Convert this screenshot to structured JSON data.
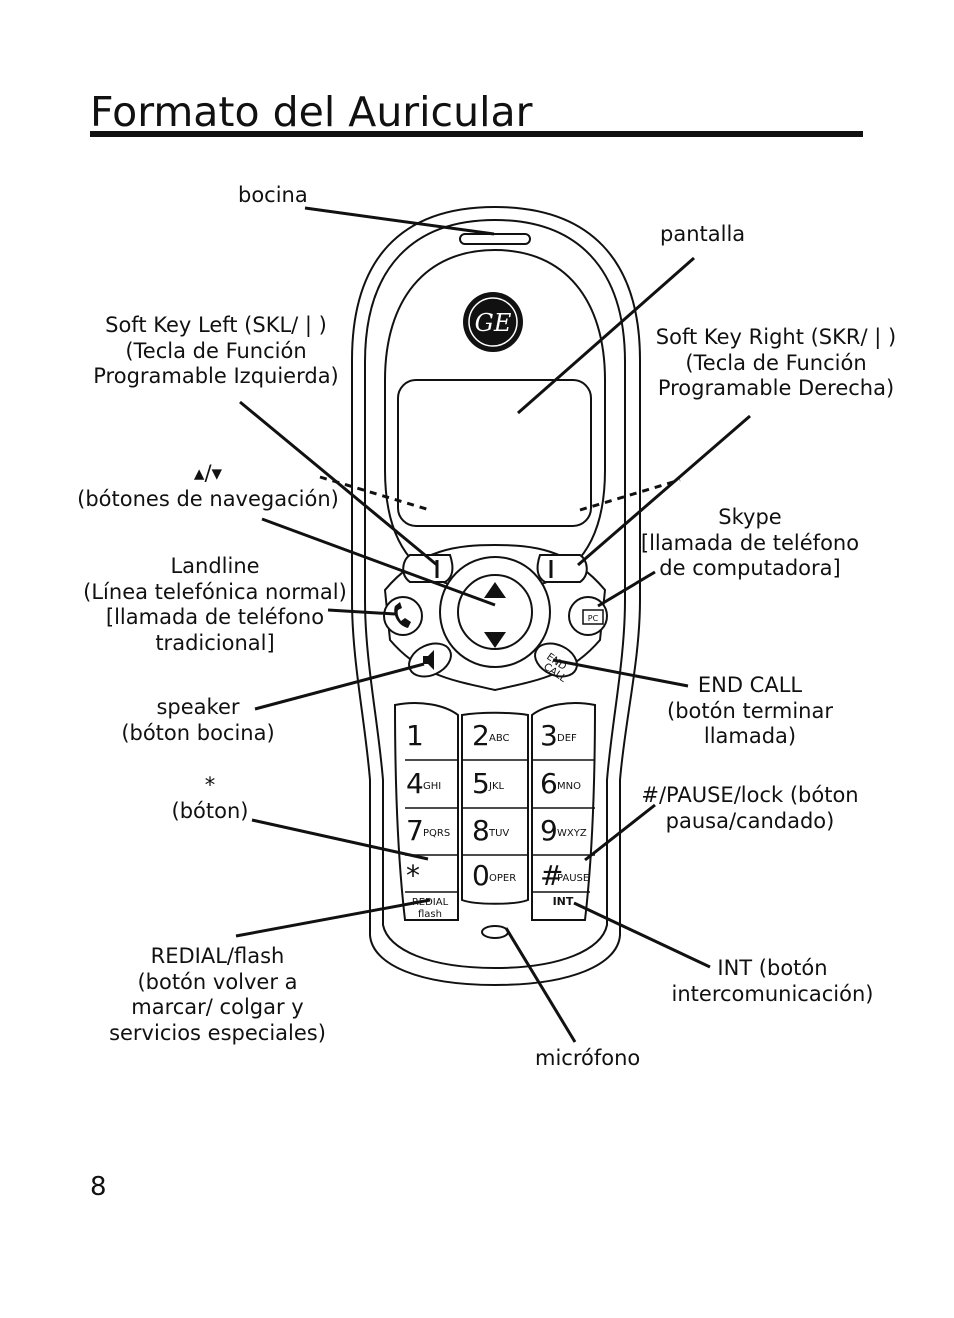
{
  "page": {
    "title": "Formato del Auricular",
    "page_number": "8"
  },
  "labels": {
    "bocina": "bocina",
    "pantalla": "pantalla",
    "skl": [
      "Soft Key Left (SKL/ | )",
      "(Tecla de Función",
      "Programable Izquierda)"
    ],
    "skr": [
      "Soft Key Right (SKR/ | )",
      "(Tecla de Función",
      "Programable Derecha)"
    ],
    "nav": [
      "▴/▾",
      "(bótones de navegación)"
    ],
    "skype": [
      "Skype",
      "[llamada de teléfono",
      "de computadora]"
    ],
    "landline": [
      "Landline",
      "(Línea telefónica normal)",
      "[llamada de teléfono",
      "tradicional]"
    ],
    "end_call": [
      "END CALL",
      "(botón terminar",
      "llamada)"
    ],
    "speaker": [
      "speaker",
      "(bóton bocina)"
    ],
    "star": [
      "*",
      "(bóton)"
    ],
    "pause": [
      "#/PAUSE/lock (bóton",
      "pausa/candado)"
    ],
    "redial": [
      "REDIAL/flash",
      "(botón volver a",
      "marcar/ colgar y",
      "servicios especiales)"
    ],
    "int": [
      "INT  (botón",
      "intercomunicación)"
    ],
    "microfono": "micrófono"
  },
  "keypad": {
    "keys": [
      {
        "digit": "1",
        "letters": ""
      },
      {
        "digit": "2",
        "letters": "ABC"
      },
      {
        "digit": "3",
        "letters": "DEF"
      },
      {
        "digit": "4",
        "letters": "GHI"
      },
      {
        "digit": "5",
        "letters": "JKL"
      },
      {
        "digit": "6",
        "letters": "MNO"
      },
      {
        "digit": "7",
        "letters": "PQRS"
      },
      {
        "digit": "8",
        "letters": "TUV"
      },
      {
        "digit": "9",
        "letters": "WXYZ"
      },
      {
        "digit": "*",
        "letters": ""
      },
      {
        "digit": "0",
        "letters": "OPER"
      },
      {
        "digit": "#",
        "letters": "PAUSE"
      }
    ],
    "redial": "REDIAL",
    "flash": "flash",
    "int": "INT",
    "end": "END",
    "call": "CALL",
    "pc": "PC",
    "logo": "GE"
  }
}
